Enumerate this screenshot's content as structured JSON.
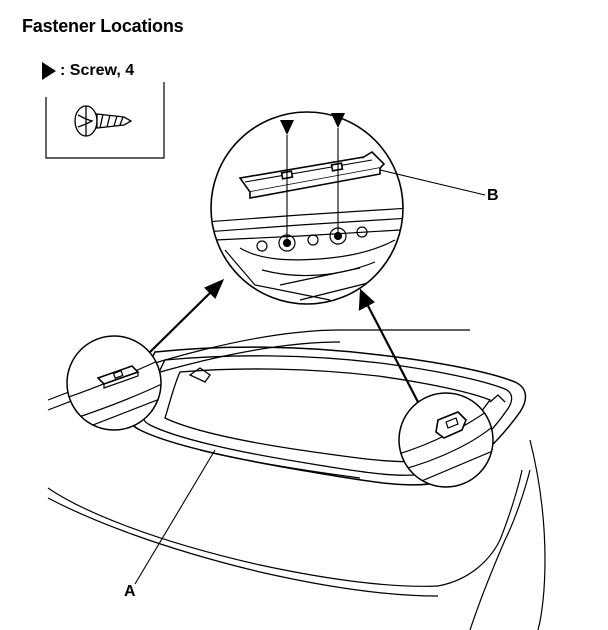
{
  "title": "Fastener Locations",
  "legend": {
    "marker_icon": "solid-triangle-marker-icon",
    "label": ": Screw, 4",
    "fastener_icon": "screw-icon"
  },
  "callouts": {
    "a": "A",
    "b": "B"
  },
  "colors": {
    "ink": "#000000",
    "paper": "#ffffff"
  }
}
